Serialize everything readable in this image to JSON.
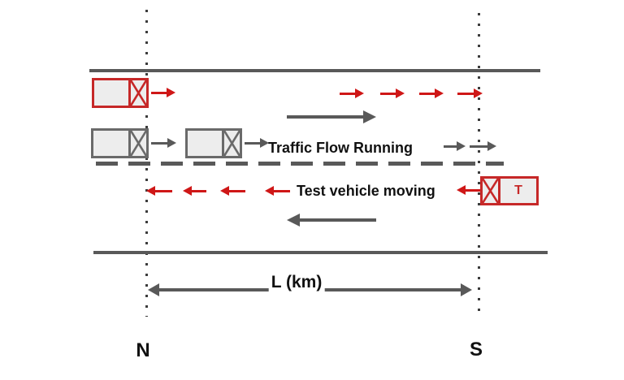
{
  "diagram": {
    "type": "traffic-flow-test-vehicle-diagram",
    "labels": {
      "traffic_flow": "Traffic Flow Running",
      "test_vehicle": "Test vehicle moving",
      "distance": "L (km)",
      "station_north": "N",
      "station_south": "S",
      "test_vehicle_marker": "T"
    },
    "colors": {
      "red_vehicle_border": "#c62828",
      "red_arrow": "#cf1717",
      "gray_line": "#595959",
      "gray_vehicle_border": "#6a6a6a",
      "vehicle_fill": "#ededed",
      "dotted_line": "#3c3c3c",
      "text": "#111111",
      "background": "#ffffff"
    }
  }
}
